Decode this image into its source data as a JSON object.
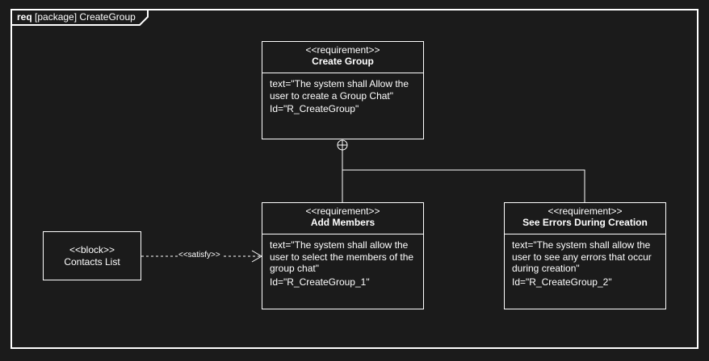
{
  "frame": {
    "keyword": "req",
    "kind": "[package]",
    "name": "CreateGroup"
  },
  "requirements": {
    "create_group": {
      "stereotype": "<<requirement>>",
      "name": "Create Group",
      "text": "text=\"The system shall Allow the user to create a Group Chat\"",
      "id": "Id=\"R_CreateGroup\""
    },
    "add_members": {
      "stereotype": "<<requirement>>",
      "name": "Add Members",
      "text": "text=\"The system shall allow the user to select the members of the group chat\"",
      "id": "Id=\"R_CreateGroup_1\""
    },
    "see_errors": {
      "stereotype": "<<requirement>>",
      "name": "See Errors During Creation",
      "text": "text=\"The system shall allow the user to see any errors that occur during creation\"",
      "id": "Id=\"R_CreateGroup_2\""
    }
  },
  "block": {
    "stereotype": "<<block>>",
    "name": "Contacts List"
  },
  "relations": {
    "satisfy_label": "<<satisfy>>"
  },
  "colors": {
    "background": "#1b1b1b",
    "foreground": "#ffffff"
  }
}
